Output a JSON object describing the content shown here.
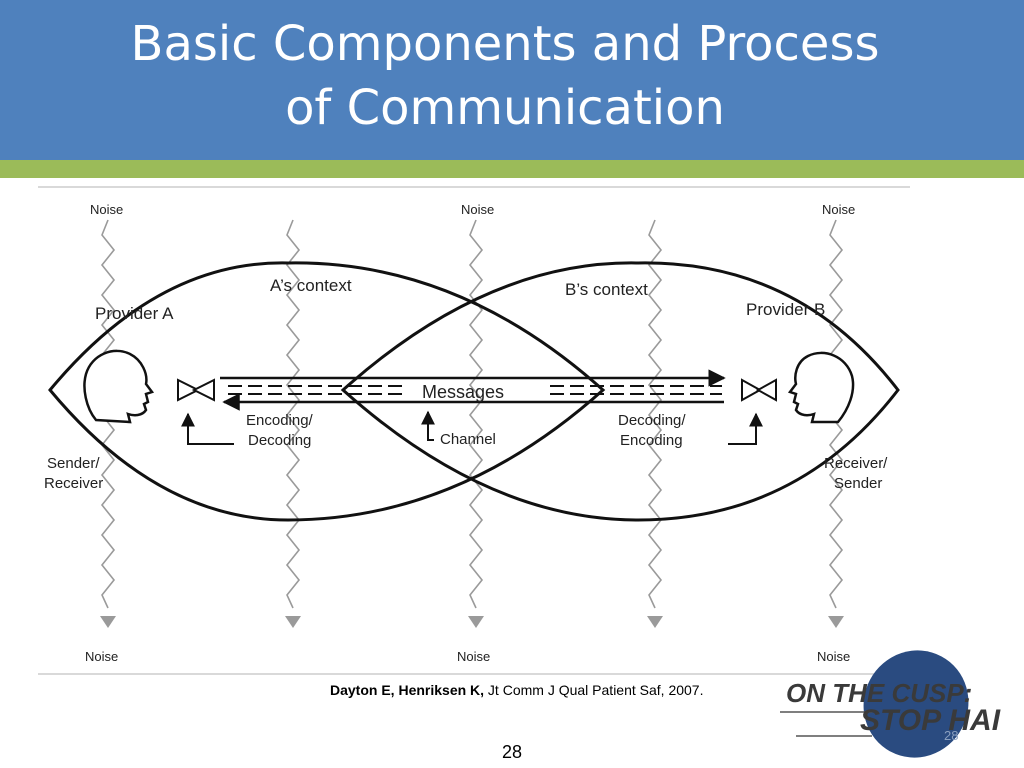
{
  "slide": {
    "title_line1": "Basic Components and Process",
    "title_line2": "of Communication",
    "page_number": "28",
    "page_number_small": "28",
    "colors": {
      "header": "#4f81bd",
      "stripe": "#9bbb59",
      "logo": "#2a4b80"
    }
  },
  "diagram": {
    "noise_label": "Noise",
    "provider_a": "Provider A",
    "provider_b": "Provider B",
    "a_context": "A’s context",
    "b_context": "B’s context",
    "messages": "Messages",
    "encoding_decoding_line1": "Encoding/",
    "encoding_decoding_line2": "Decoding",
    "decoding_encoding_line1": "Decoding/",
    "decoding_encoding_line2": "Encoding",
    "channel": "Channel",
    "sender_receiver_line1": "Sender/",
    "sender_receiver_line2": "Receiver",
    "receiver_sender_line1": "Receiver/",
    "receiver_sender_line2": "Sender",
    "icons": [
      "head-left-icon",
      "head-right-icon",
      "channel-valve-icon",
      "noise-arrow-icon"
    ]
  },
  "citation": {
    "authors": "Dayton E, Henriksen K,",
    "source": " Jt Comm J Qual Patient Saf, 2007."
  },
  "logo": {
    "line1": "ON THE CUSP:",
    "line2": "STOP HAI"
  }
}
